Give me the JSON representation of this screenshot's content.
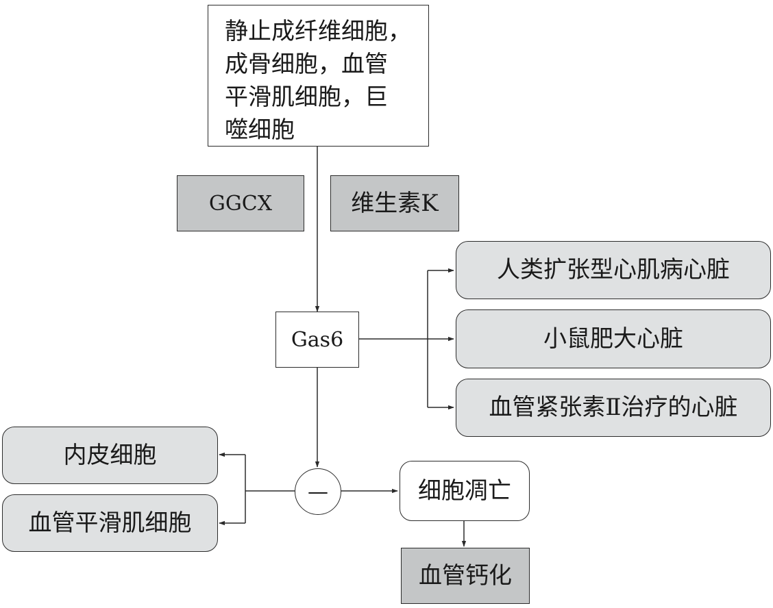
{
  "diagram": {
    "source_lines": [
      "静止成纤维细胞，",
      "成骨细胞，血管",
      "平滑肌细胞，巨",
      "噬细胞"
    ],
    "cofactor_ggcx": "GGCX",
    "cofactor_vitk": "维生素K",
    "center": "Gas6",
    "targets": [
      "人类扩张型心肌病心脏",
      "小鼠肥大心脏",
      "血管紧张素Ⅱ治疗的心脏"
    ],
    "inhibit_symbol": "—",
    "left_targets": [
      "内皮细胞",
      "血管平滑肌细胞"
    ],
    "apoptosis": "细胞凋亡",
    "calcification": "血管钙化"
  },
  "colors": {
    "line": "#2a2a2a",
    "dark_fill": "#c4c6c7",
    "light_fill": "#dfe1e2",
    "white_fill": "#ffffff"
  }
}
